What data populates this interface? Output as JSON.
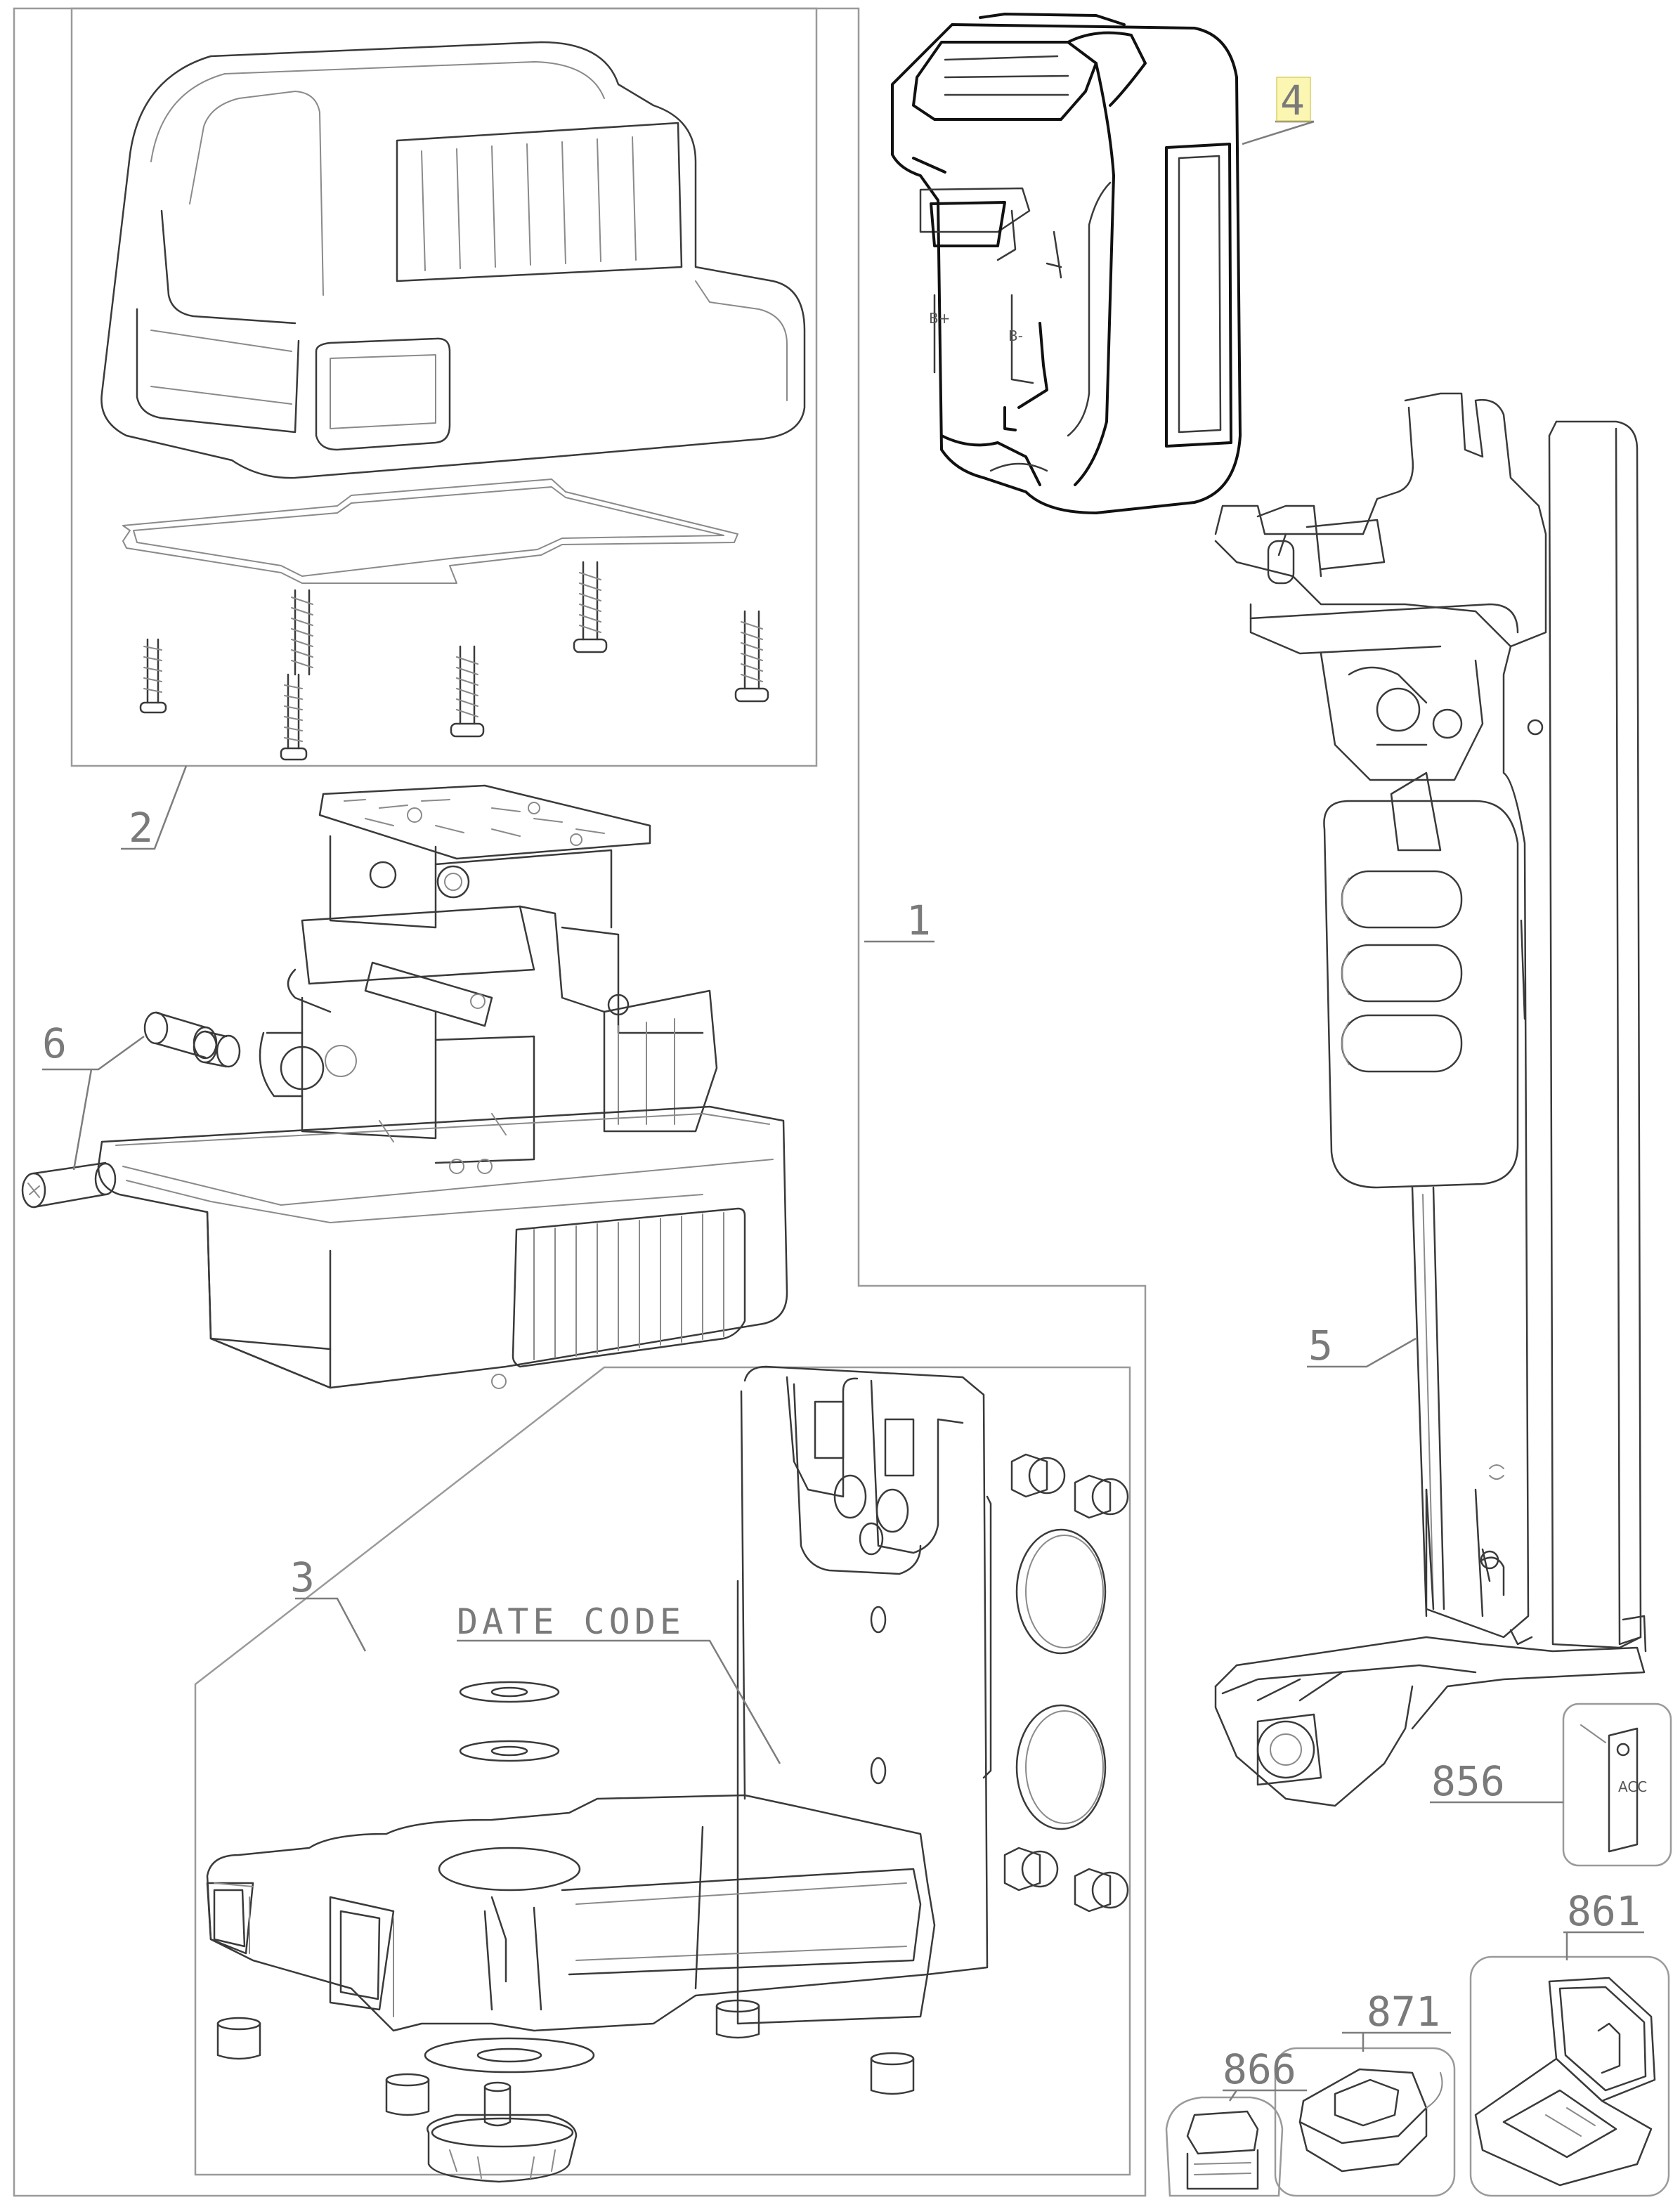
{
  "callouts": {
    "c1": "1",
    "c2": "2",
    "c3": "3",
    "c4": "4",
    "c5": "5",
    "c6": "6",
    "c856": "856",
    "c861": "861",
    "c866": "866",
    "c871": "871"
  },
  "date_code_label": "DATE CODE",
  "battery_terminals": {
    "left": "B+",
    "right": "B-"
  },
  "accessory_tag_letters": "ACC",
  "colors": {
    "line": "#3a3a3a",
    "highlight": "#fbf6b1",
    "frame": "#9a9a9a"
  }
}
